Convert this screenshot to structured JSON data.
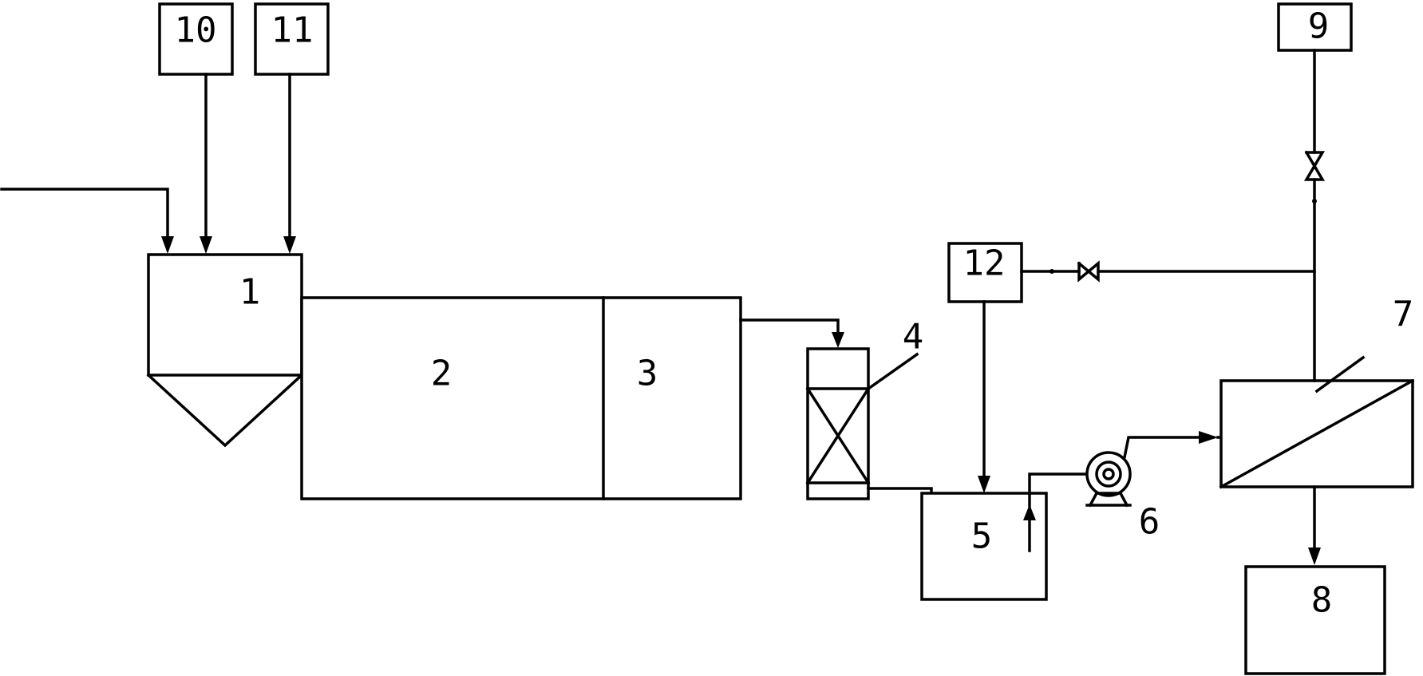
{
  "labels": {
    "unit_1": "1",
    "unit_2": "2",
    "unit_3": "3",
    "unit_4": "4",
    "unit_5": "5",
    "unit_6": "6",
    "unit_7": "7",
    "unit_8": "8",
    "unit_9": "9",
    "unit_10": "10",
    "unit_11": "11",
    "unit_12": "12"
  },
  "colors": {
    "line": "#000000",
    "background": "#ffffff"
  }
}
